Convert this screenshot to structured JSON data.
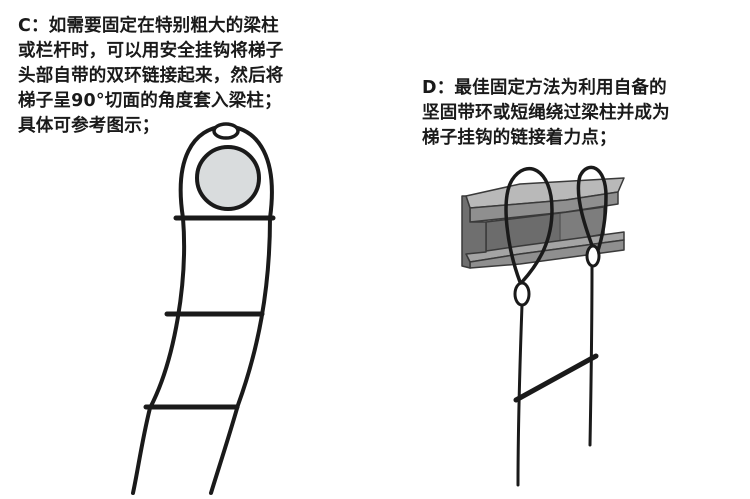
{
  "captions": {
    "c": {
      "lines": [
        "C：如需要固定在特别粗大的梁柱",
        "或栏杆时，可以用安全挂钩将梯子",
        "头部自带的双环链接起来，然后将",
        "梯子呈90°切面的角度套入梁柱；",
        "具体可参考图示；"
      ]
    },
    "d": {
      "lines": [
        "D：最佳固定方法为利用自备的",
        "坚固带环或短绳绕过梁柱并成为",
        "梯子挂钩的链接着力点；"
      ]
    }
  },
  "colors": {
    "ink": "#1a1a1a",
    "post_fill": "#d9dcdd",
    "beam_top": "#b9b9b9",
    "beam_face": "#8f8f8f",
    "beam_dark": "#5f5f5f"
  },
  "figures": {
    "c": {
      "rungs": 3
    },
    "d": {
      "rungs": 1,
      "beam_shape": "i-beam"
    }
  }
}
